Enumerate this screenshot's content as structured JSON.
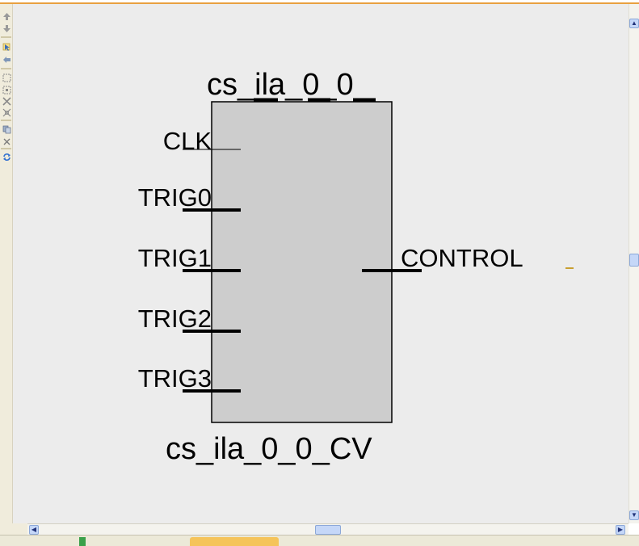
{
  "toolbar": {
    "tools": [
      {
        "icon": "pan-up-icon"
      },
      {
        "icon": "pan-down-icon"
      },
      {
        "icon": "select-arrow-icon"
      },
      {
        "icon": "back-arrow-icon"
      },
      {
        "icon": "zoom-to-full-icon"
      },
      {
        "icon": "zoom-in-icon"
      },
      {
        "icon": "zoom-out-icon"
      },
      {
        "icon": "zoom-fit-icon"
      },
      {
        "icon": "copy-icon"
      },
      {
        "icon": "delete-icon"
      },
      {
        "icon": "refresh-icon"
      }
    ]
  },
  "schematic": {
    "instance_name": "cs_ila_0_0",
    "component_name": "cs_ila_0_0_CV",
    "input_pins": [
      "CLK",
      "TRIG0",
      "TRIG1",
      "TRIG2",
      "TRIG3"
    ],
    "output_pins": [
      "CONTROL"
    ]
  },
  "colors": {
    "canvas": "#ececec",
    "block_fill": "#cdcdcd",
    "accent_top_border": "#e8a040",
    "scroll_thumb": "#c5d7f8"
  }
}
